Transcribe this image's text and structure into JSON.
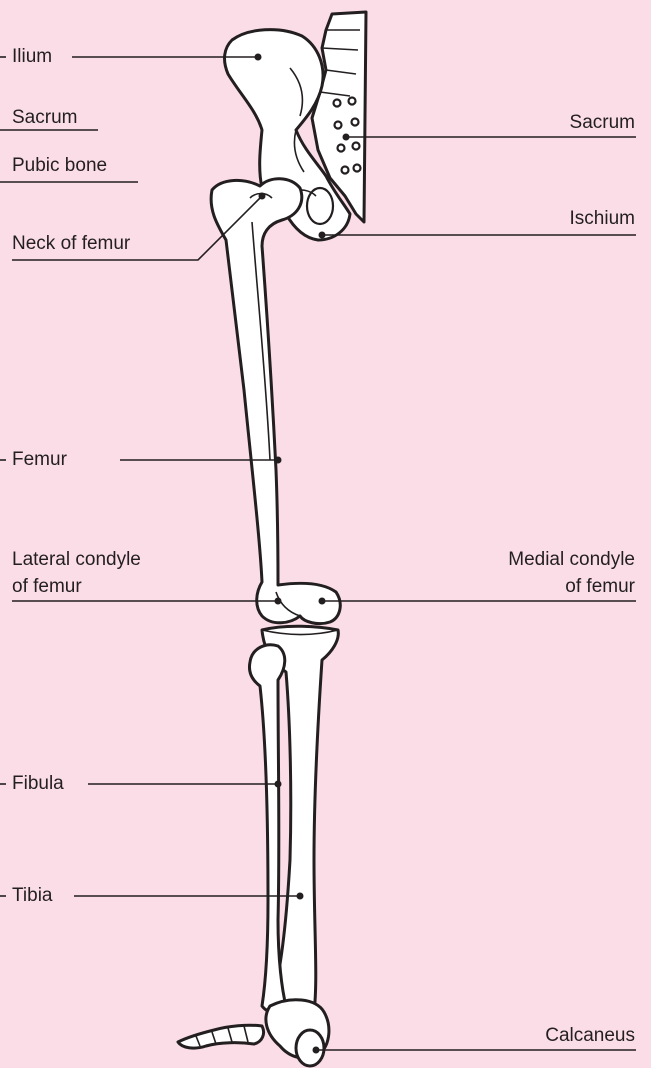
{
  "labels": {
    "ilium": "Ilium",
    "sacrum_left": "Sacrum",
    "pubic_bone": "Pubic bone",
    "neck_of_femur": "Neck of femur",
    "femur": "Femur",
    "lateral_condyle_line1": "Lateral condyle",
    "lateral_condyle_line2": "of femur",
    "fibula": "Fibula",
    "tibia": "Tibia",
    "sacrum_right": "Sacrum",
    "ischium": "Ischium",
    "medial_condyle_line1": "Medial condyle",
    "medial_condyle_line2": "of femur",
    "calcaneus": "Calcaneus"
  },
  "colors": {
    "background": "#fbdde8",
    "line": "#231f20",
    "bone": "#ffffff"
  }
}
